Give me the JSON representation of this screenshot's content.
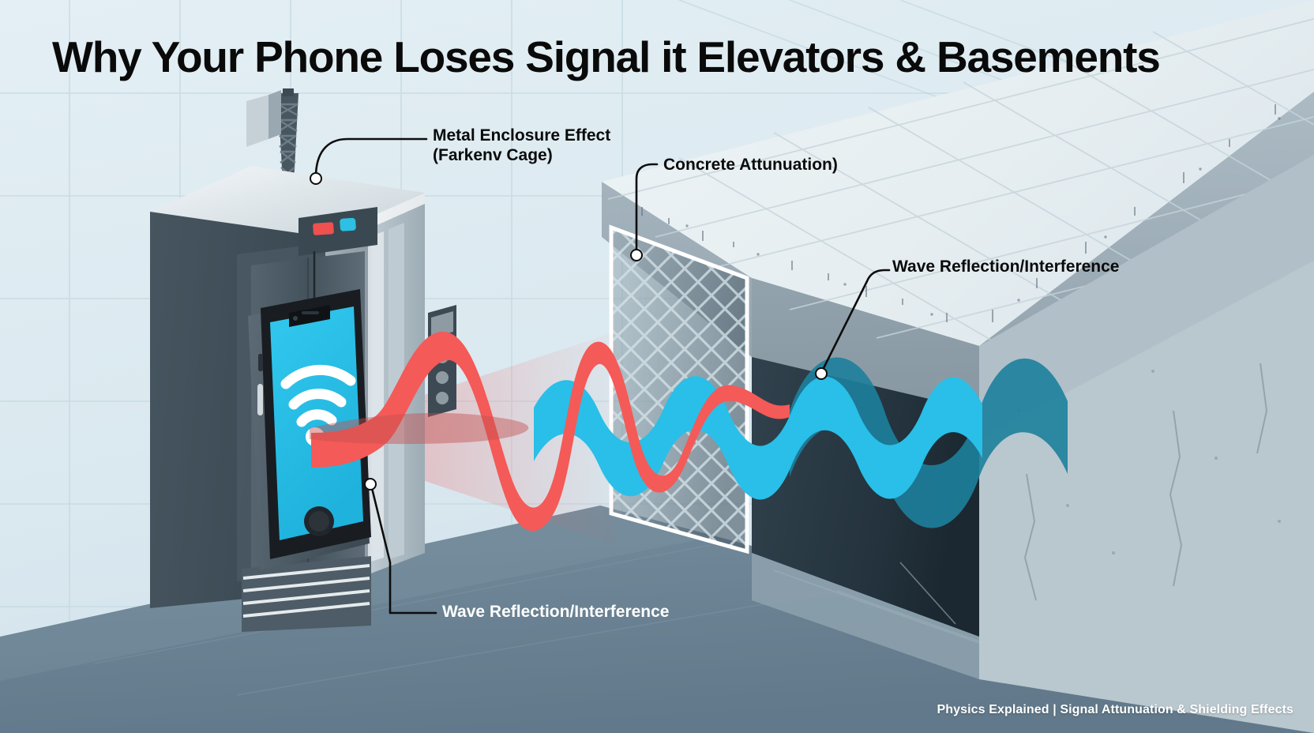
{
  "page": {
    "title": "Why Your Phone Loses Signal it Elevators & Basements",
    "footer_credit": "Physics Explained | Signal Attunuation & Shielding Effects"
  },
  "callouts": [
    {
      "id": "metal-enclosure",
      "text": "Metal Enclosure Effect\n(Farkenv Cage)",
      "color": "#0a0a0a",
      "anchor": "elevator-antenna"
    },
    {
      "id": "concrete-attenuation",
      "text": "Concrete Attunuation)",
      "color": "#0a0a0a",
      "anchor": "rebar-mesh-wall"
    },
    {
      "id": "wave-reflection-right",
      "text": "Wave Reflection/Interference",
      "color": "#0a0a0a",
      "anchor": "basement-cyan-wave"
    },
    {
      "id": "wave-reflection-bottom",
      "text": "Wave Reflection/Interference",
      "color": "#ffffff",
      "anchor": "phone-screen"
    }
  ],
  "scene": {
    "elevator": {
      "name": "elevator-cabin",
      "indicator_lights": [
        "red",
        "cyan"
      ],
      "has_antenna_mast": true,
      "has_rooftop_motor_box": true,
      "has_door_floor_grille": true,
      "call_panel_buttons": 3
    },
    "phone": {
      "name": "smartphone",
      "screen_color": "#2BC0E4",
      "icon": "wifi-icon",
      "has_home_button": true,
      "has_notch": true
    },
    "waves": {
      "outgoing_label_color": "#F45A57",
      "attenuated_label_color": "#29BFE8",
      "outgoing_name": "signal-wave-strong",
      "attenuated_name": "signal-wave-attenuated"
    },
    "mesh_wall": {
      "name": "rebar-mesh-wall",
      "pattern": "diamond-lattice"
    },
    "basement": {
      "name": "basement-void"
    }
  },
  "colors": {
    "background": "#dceaf0",
    "background_tile_line": "#c4d8e0",
    "floor": "#6b8495",
    "concrete_top": "#e4ecef",
    "concrete_edge": "#9fb0ba",
    "concrete_dark": "#2a3a45",
    "elevator_light": "#ccd6dc",
    "elevator_mid": "#93a3ad",
    "elevator_dark": "#3e4d58",
    "wave_red": "#f45a57",
    "wave_cyan": "#29bfe8",
    "wave_cyan_dark": "#1d7f9c",
    "phone_body": "#1c1f22",
    "phone_screen": "#2bc0e4",
    "indicator_red": "#f05050",
    "indicator_cyan": "#2bc0e4",
    "title": "#0a0a0a",
    "label_light": "#ffffff"
  }
}
